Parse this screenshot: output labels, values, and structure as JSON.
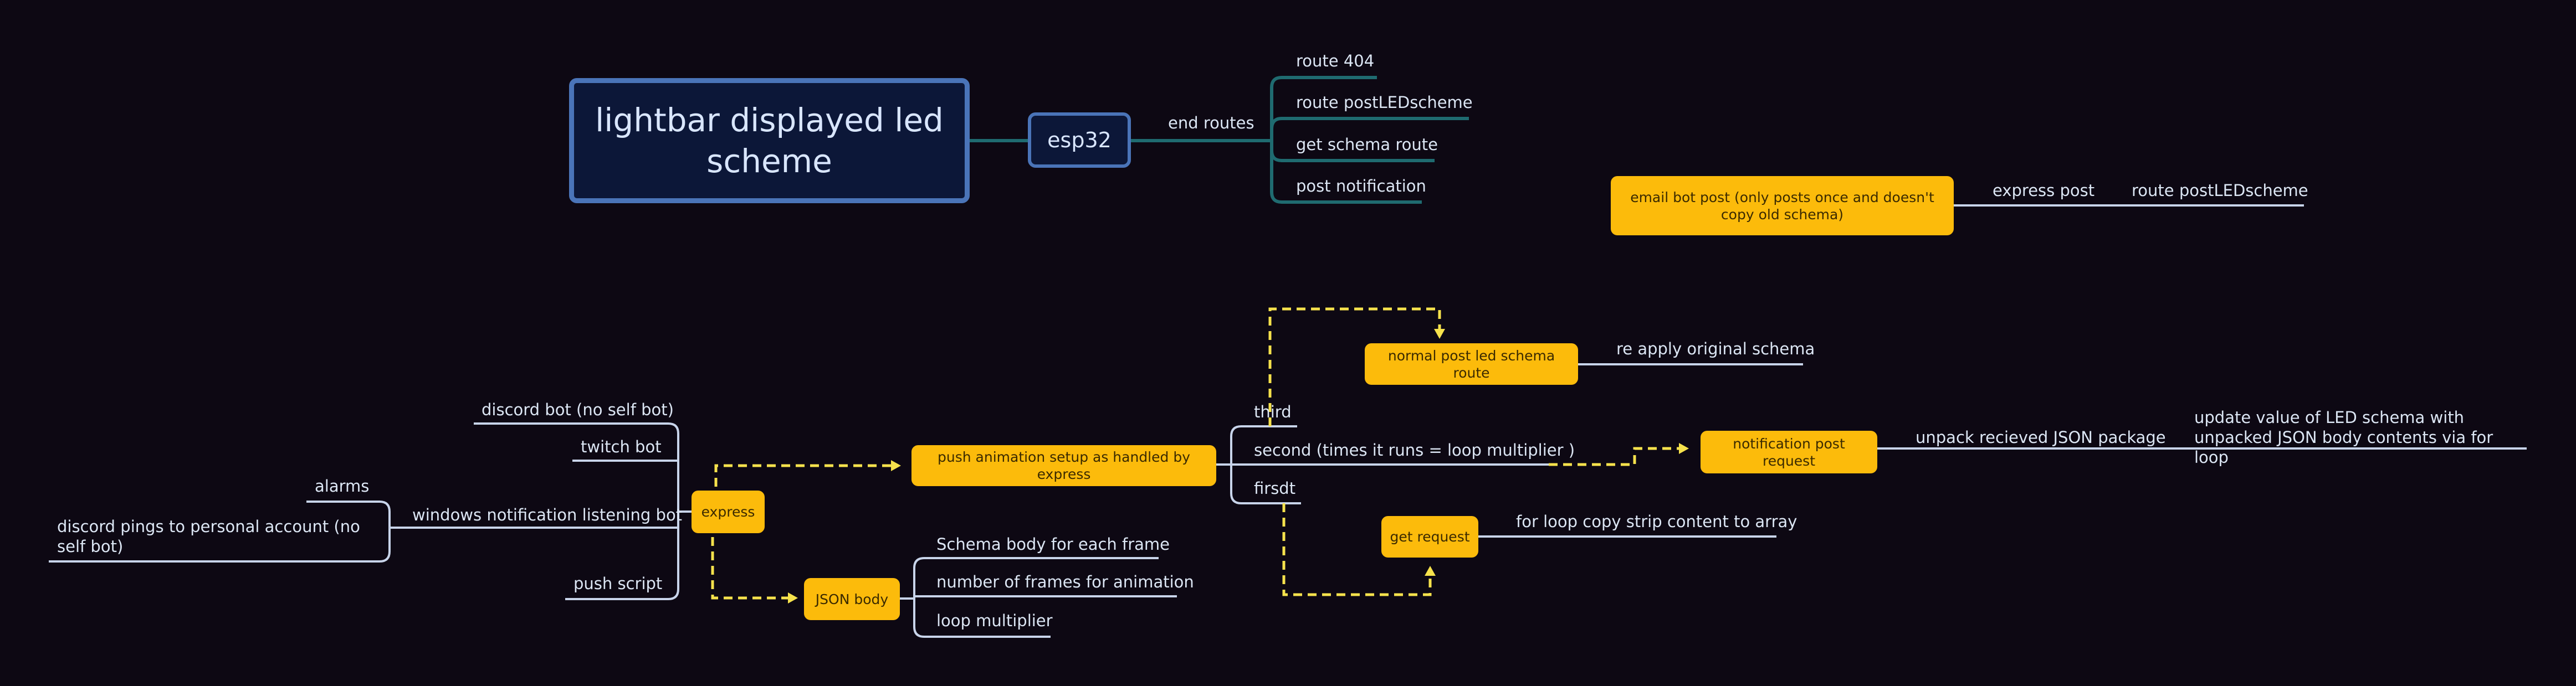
{
  "root": {
    "title": "lightbar displayed led scheme"
  },
  "esp": {
    "label": "esp32",
    "branch_label": "end routes",
    "routes": [
      "route 404",
      "route postLEDscheme",
      "get schema route",
      "post notification"
    ]
  },
  "email": {
    "node": "email bot post (only posts once and doesn't copy old schema)",
    "label1": "express post",
    "label2": "route postLEDscheme"
  },
  "express": {
    "node": "express",
    "inputs": {
      "discord_bot": "discord bot (no self bot)",
      "twitch_bot": "twitch bot",
      "windows_bot": "windows notification listening bot",
      "push_script": "push script",
      "alarms": "alarms",
      "discord_pings": "discord pings to personal account (no self bot)"
    }
  },
  "json_body": {
    "node": "JSON body",
    "items": [
      "Schema body for each frame",
      "number of frames for animation",
      "loop multiplier"
    ]
  },
  "push": {
    "node": "push animation setup as handled by express",
    "third": "third",
    "second": "second (times it runs = loop multiplier )",
    "first": "firsdt"
  },
  "normal_post": {
    "node": "normal post led schema route",
    "label": "re apply original schema"
  },
  "notification": {
    "node": "notification post request",
    "label1": "unpack recieved JSON package",
    "label2": "update value of LED schema with unpacked JSON body contents via for loop"
  },
  "get_request": {
    "node": "get request",
    "label": "for loop copy strip content to array"
  },
  "colors": {
    "background": "#0d0813",
    "root_border": "#4a74b8",
    "root_fill": "#0c1738",
    "teal_line": "#1f6b70",
    "white_line": "#c8d4ea",
    "node_fill": "#fcbb0b",
    "dashed_arrow": "#f6e24c"
  }
}
